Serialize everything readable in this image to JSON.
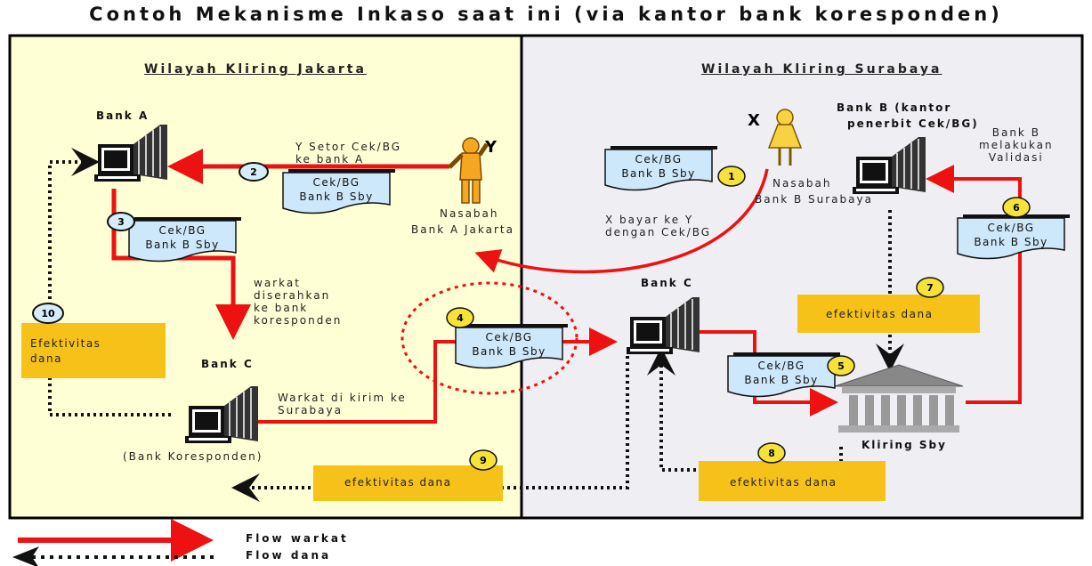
{
  "title": "Contoh Mekanisme Inkaso saat ini (via kantor bank koresponden)",
  "regions": {
    "jakarta": "Wilayah Kliring Jakarta",
    "surabaya": "Wilayah Kliring Surabaya"
  },
  "nodes": {
    "bank_a": "Bank A",
    "bank_b": [
      "Bank B (kantor",
      "penerbit Cek/BG)"
    ],
    "bank_c_sby": "Bank C",
    "bank_c_jkt": "Bank C",
    "bank_c_jkt_sub": "(Bank Koresponden)",
    "kliring": "Kliring Sby",
    "person_y_marker": "Y",
    "person_x_marker": "X",
    "nasabah_a": [
      "Nasabah",
      "Bank A Jakarta"
    ],
    "nasabah_b": [
      "Nasabah",
      "Bank B Surabaya"
    ]
  },
  "documents": {
    "doc1": [
      "Cek/BG",
      "Bank B Sby"
    ],
    "doc2": [
      "Cek/BG",
      "Bank B Sby"
    ],
    "doc3": [
      "Cek/BG",
      "Bank B Sby"
    ],
    "doc4": [
      "Cek/BG",
      "Bank B Sby"
    ],
    "doc5": [
      "Cek/BG",
      "Bank B Sby"
    ],
    "doc6": [
      "Cek/BG",
      "Bank B Sby"
    ]
  },
  "annotations": {
    "setor": [
      "Y Setor Cek/BG",
      "ke bank A"
    ],
    "bayar": [
      "X  bayar    ke Y",
      "dengan   Cek/BG"
    ],
    "warkat": [
      "warkat",
      "diserahkan",
      "ke bank",
      "koresponden"
    ],
    "kirim": [
      "Warkat di kirim ke",
      "Surabaya"
    ],
    "validasi": [
      "Bank B",
      "melakukan",
      "Validasi"
    ]
  },
  "fund_boxes": {
    "efektivitas_10": [
      "Efektivitas",
      "dana"
    ],
    "efektivitas_7": "efektivitas dana",
    "efektivitas_8": "efektivitas dana",
    "efektivitas_9": "efektivitas  dana"
  },
  "steps": [
    "1",
    "2",
    "3",
    "4",
    "5",
    "6",
    "7",
    "8",
    "9",
    "10"
  ],
  "legend": {
    "warkat": "Flow warkat",
    "dana": "Flow dana"
  },
  "colors": {
    "jakarta_bg": "#FFFFD6",
    "surabaya_bg": "#EFEFF3",
    "flow_warkat": "#EE1111",
    "fund_box": "#F6C21A",
    "doc_fill": "#CDE8FA"
  }
}
